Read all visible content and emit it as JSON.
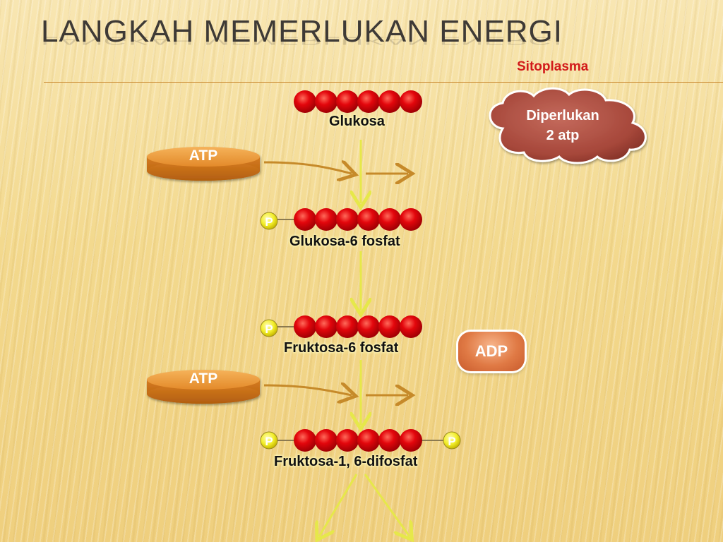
{
  "title": "LANGKAH MEMERLUKAN ENERGI",
  "location": "Sitoplasma",
  "cloud": {
    "line1": "Diperlukan",
    "line2": "2 atp"
  },
  "molecules": {
    "glucose": "Glukosa",
    "g6p": "Glukosa-6 fosfat",
    "f6p": "Fruktosa-6 fosfat",
    "f16bp": "Fruktosa-1, 6-difosfat"
  },
  "phosphate": "P",
  "atp": "ATP",
  "adp": "ADP",
  "colors": {
    "carbon": "#e3060c",
    "phosphate": "#f2ee2a",
    "arrow": "#e6e84a",
    "atp_disc": "#e8912e",
    "cloud": "#a6473a",
    "adp": "#e07a45"
  }
}
